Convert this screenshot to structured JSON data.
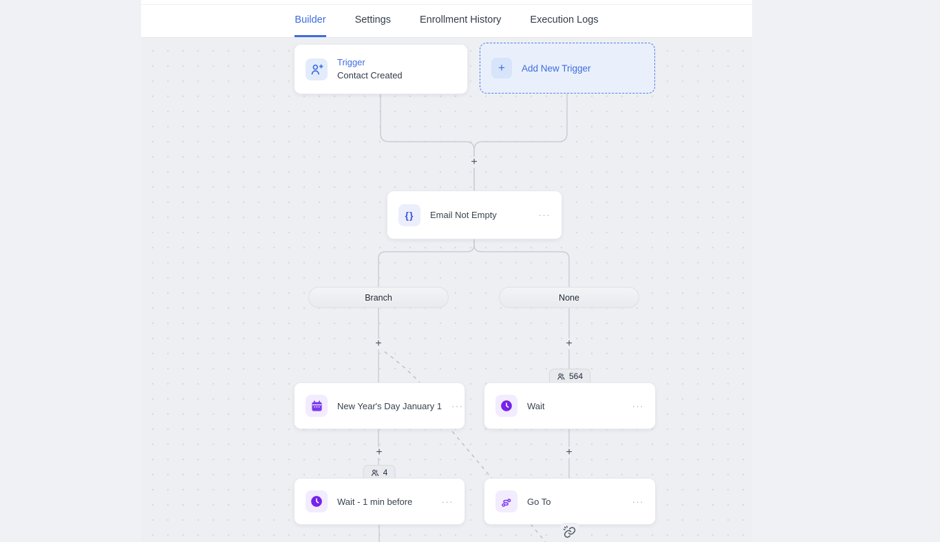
{
  "tabs": [
    {
      "label": "Builder",
      "active": true
    },
    {
      "label": "Settings",
      "active": false
    },
    {
      "label": "Enrollment History",
      "active": false
    },
    {
      "label": "Execution Logs",
      "active": false
    }
  ],
  "workflow": {
    "trigger": {
      "title": "Trigger",
      "subtitle": "Contact Created"
    },
    "add_new_trigger": {
      "label": "Add New Trigger",
      "plus": "+"
    },
    "condition": {
      "label": "Email Not Empty",
      "icon_glyph": "{}"
    },
    "branches": {
      "left": "Branch",
      "right": "None"
    },
    "appointment": {
      "label": "New Year's Day January 1"
    },
    "wait": {
      "label": "Wait",
      "enrolled_count": "564"
    },
    "wait_before": {
      "label": "Wait - 1 min before",
      "enrolled_count": "4"
    },
    "go_to": {
      "label": "Go To"
    },
    "connector_plus": "+",
    "menu_ellipsis": "···"
  },
  "colors": {
    "accent_blue": "#3d6be0",
    "accent_purple": "#7c3aed",
    "accent_indigo": "#3a55dc",
    "canvas_bg": "#edeff3",
    "line": "#c9cdd4"
  }
}
